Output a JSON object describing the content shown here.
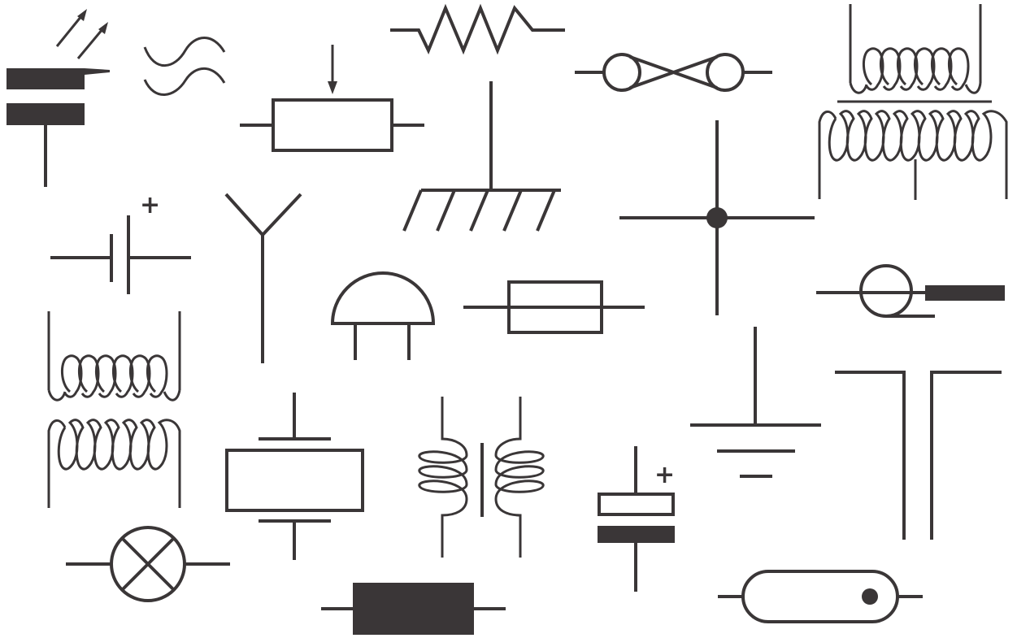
{
  "colors": {
    "background": "#ffffff",
    "ink": "#3a3637"
  },
  "symbols": [
    {
      "name": "photocapacitor-symbol",
      "text": ""
    },
    {
      "name": "ac-source-symbol",
      "text": ""
    },
    {
      "name": "variable-resistor-symbol",
      "text": ""
    },
    {
      "name": "zigzag-resistor-symbol",
      "text": ""
    },
    {
      "name": "loop-coupler-symbol",
      "text": ""
    },
    {
      "name": "transformer-symbol-top-right",
      "text": ""
    },
    {
      "name": "battery-cell-symbol",
      "text": "+"
    },
    {
      "name": "antenna-symbol",
      "text": ""
    },
    {
      "name": "chassis-ground-symbol",
      "text": ""
    },
    {
      "name": "wire-junction-symbol",
      "text": ""
    },
    {
      "name": "transformer-symbol-left",
      "text": ""
    },
    {
      "name": "sensor-dome-symbol",
      "text": ""
    },
    {
      "name": "fuse-symbol",
      "text": ""
    },
    {
      "name": "probe-symbol",
      "text": ""
    },
    {
      "name": "earth-ground-symbol",
      "text": ""
    },
    {
      "name": "switch-contacts-symbol",
      "text": ""
    },
    {
      "name": "crystal-symbol",
      "text": ""
    },
    {
      "name": "coupled-inductors-symbol",
      "text": ""
    },
    {
      "name": "polarized-capacitor-symbol",
      "text": "+"
    },
    {
      "name": "lamp-symbol",
      "text": ""
    },
    {
      "name": "fixed-resistor-symbol",
      "text": ""
    },
    {
      "name": "reed-switch-symbol",
      "text": ""
    }
  ]
}
